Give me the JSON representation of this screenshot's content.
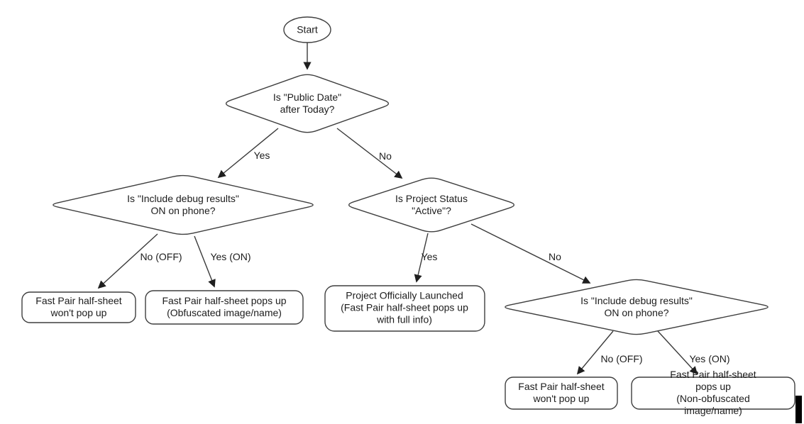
{
  "flowchart": {
    "type": "decision-tree",
    "nodes": {
      "start": {
        "shape": "ellipse",
        "label": "Start"
      },
      "decision1": {
        "shape": "diamond",
        "label": "Is \"Public Date\"\nafter Today?"
      },
      "decision2": {
        "shape": "diamond",
        "label": "Is \"Include debug results\"\nON on phone?"
      },
      "decision3": {
        "shape": "diamond",
        "label": "Is Project Status\n\"Active\"?"
      },
      "decision4": {
        "shape": "diamond",
        "label": "Is \"Include debug results\"\nON on phone?"
      },
      "result1": {
        "shape": "rounded-rect",
        "label": "Fast Pair half-sheet\nwon't pop up"
      },
      "result2": {
        "shape": "rounded-rect",
        "label": "Fast Pair half-sheet pops up\n(Obfuscated image/name)"
      },
      "result3": {
        "shape": "rounded-rect",
        "label": "Project Officially Launched\n(Fast Pair half-sheet pops up\nwith full info)"
      },
      "result4": {
        "shape": "rounded-rect",
        "label": "Fast Pair half-sheet\nwon't pop up"
      },
      "result5": {
        "shape": "rounded-rect",
        "label": "Fast Pair half-sheet pops up\n(Non-obfuscated image/name)"
      }
    },
    "edges": {
      "start_d1": {
        "label": "",
        "from": "start",
        "to": "decision1"
      },
      "d1_yes": {
        "label": "Yes",
        "from": "decision1",
        "to": "decision2"
      },
      "d1_no": {
        "label": "No",
        "from": "decision1",
        "to": "decision3"
      },
      "d2_no": {
        "label": "No (OFF)",
        "from": "decision2",
        "to": "result1"
      },
      "d2_yes": {
        "label": "Yes (ON)",
        "from": "decision2",
        "to": "result2"
      },
      "d3_yes": {
        "label": "Yes",
        "from": "decision3",
        "to": "result3"
      },
      "d3_no": {
        "label": "No",
        "from": "decision3",
        "to": "decision4"
      },
      "d4_no": {
        "label": "No (OFF)",
        "from": "decision4",
        "to": "result4"
      },
      "d4_yes": {
        "label": "Yes (ON)",
        "from": "decision4",
        "to": "result5"
      }
    }
  },
  "colors": {
    "background": "#ffffff",
    "shape_stroke": "#3f3f3f",
    "text": "#1c1c1c",
    "arrow": "#1f1f1f",
    "cursor_bar": "#000000"
  }
}
